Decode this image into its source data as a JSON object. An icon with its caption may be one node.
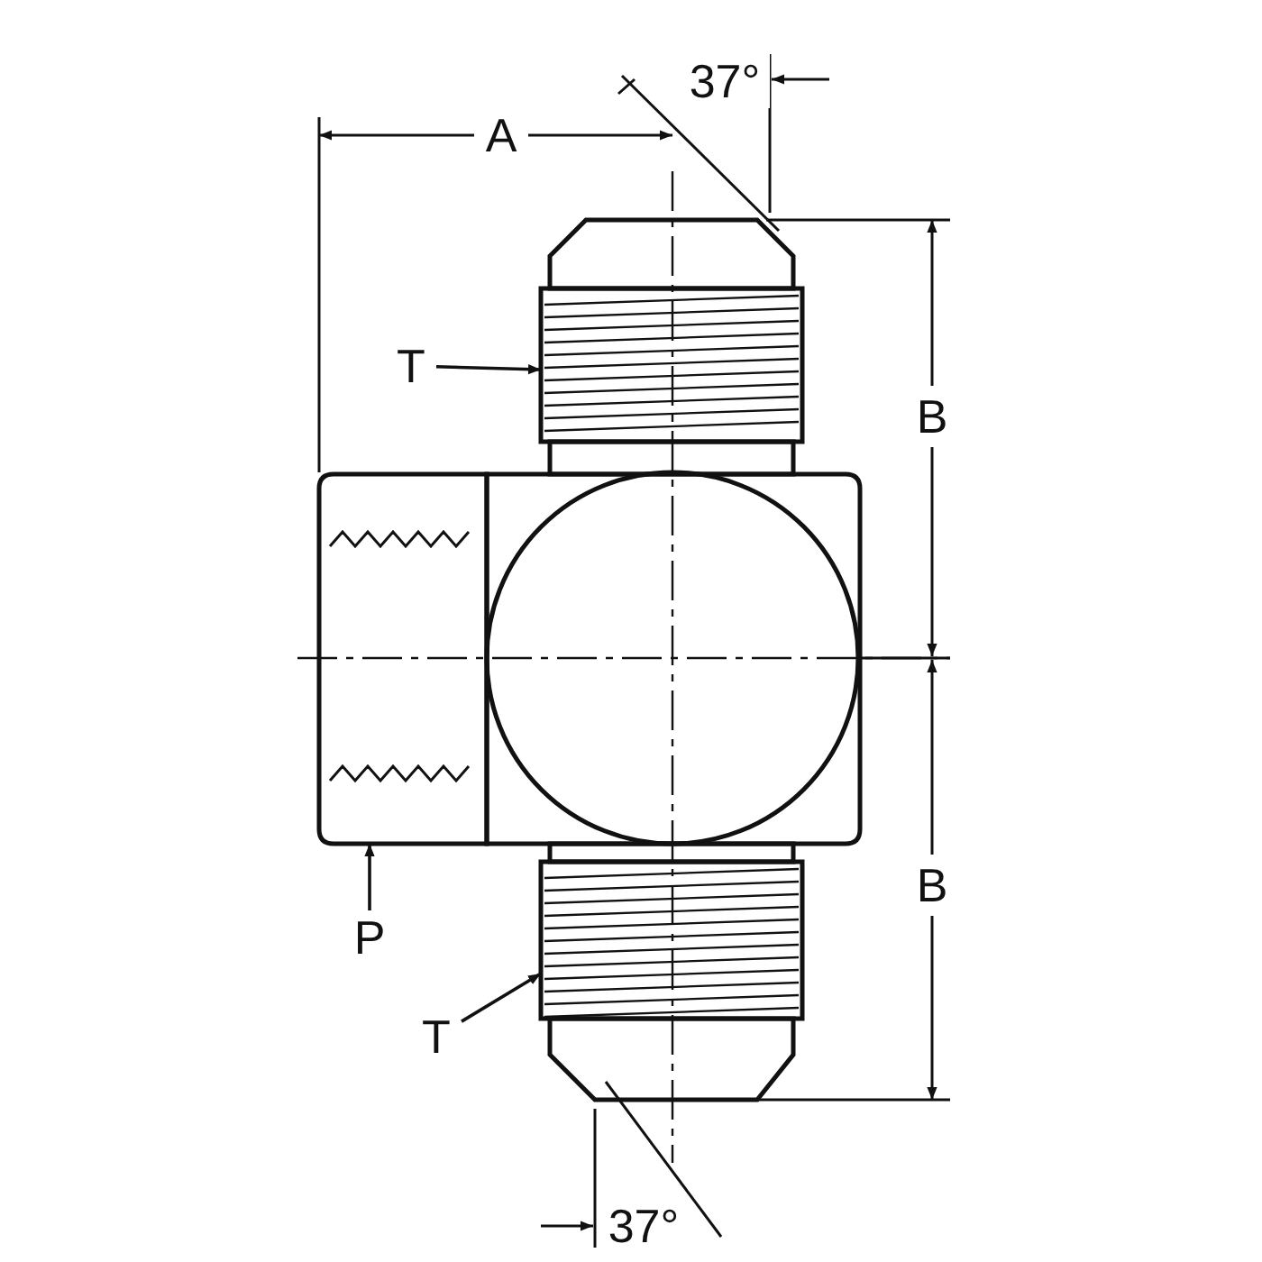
{
  "diagram": {
    "nodes": [
      {
        "text": [
          "T"
        ]
      },
      {
        "text": [],
        "shape": "box"
      },
      {
        "text": [
          "T"
        ]
      },
      {
        "text": [],
        "shape": "box"
      },
      {
        "text": [
          "P"
        ]
      },
      {
        "text": [],
        "shape": "box"
      }
    ],
    "edges": [
      {
        "from": 0,
        "to": 1,
        "arrow": "to"
      },
      {
        "from": 2,
        "to": 3,
        "arrow": "to"
      },
      {
        "from": 4,
        "to": 5,
        "arrow": "to"
      }
    ],
    "labels": [
      "37°",
      "A",
      "B",
      "B",
      "37°"
    ]
  }
}
